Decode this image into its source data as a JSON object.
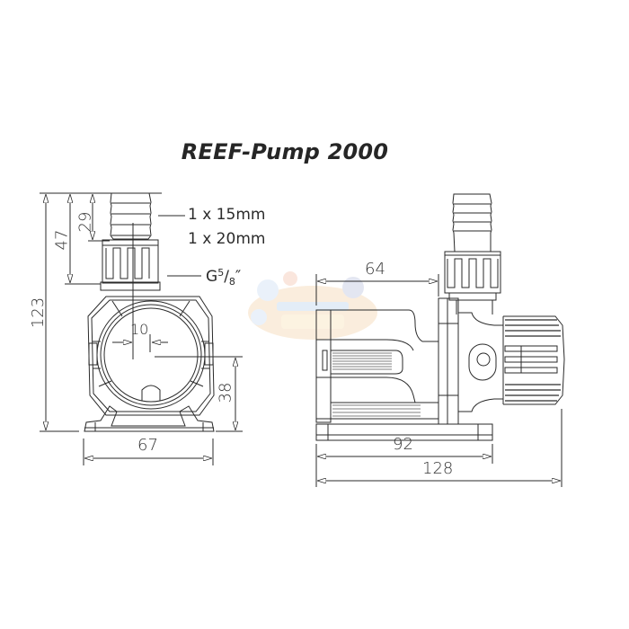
{
  "title": "REEF-Pump 2000",
  "front_view": {
    "dimensions": {
      "total_height": "123",
      "outlet_to_thread_base": "47",
      "hose_barb_length": "29",
      "inlet_offset": "10",
      "inlet_center_height": "38",
      "width": "67"
    },
    "callouts": {
      "hose_size_1": "1 x 15mm",
      "hose_size_2": "1 x 20mm",
      "thread_prefix": "G",
      "thread_numerator": "5",
      "thread_slash": "/",
      "thread_denominator": "8",
      "thread_unit": "″"
    }
  },
  "side_view": {
    "dimensions": {
      "intake_to_outlet": "64",
      "base_length": "92",
      "total_length": "128"
    }
  },
  "colors": {
    "line": "#2a2a2a",
    "text": "#2b2b2b",
    "background": "#ffffff",
    "watermark": "#e8a04a"
  }
}
